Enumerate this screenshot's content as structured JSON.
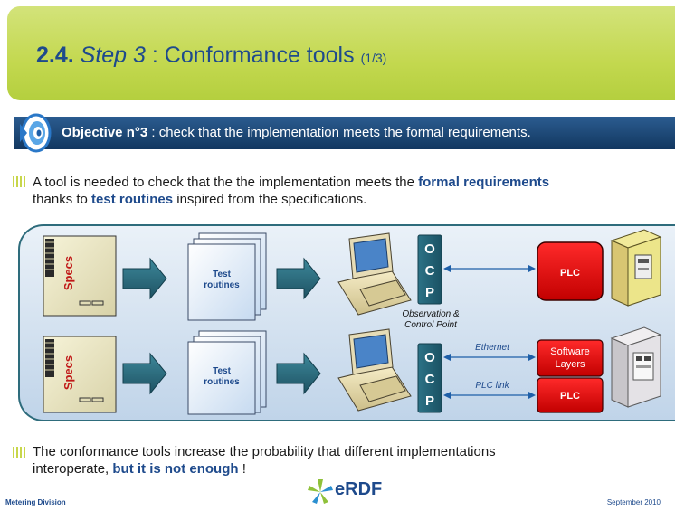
{
  "slide": {
    "title_num": "2.4.",
    "title_step": "Step 3",
    "title_rest": " : Conformance tools ",
    "title_part": "(1/3)"
  },
  "objective": {
    "bold": "Objective n°3",
    "rest": " : check that the implementation meets the formal requirements."
  },
  "para1": {
    "t1": "A tool is needed to check that the the implementation meets the ",
    "b1": "formal requirements",
    "t2": "thanks to ",
    "b2": "test routines",
    "t3": " inspired from the specifications."
  },
  "diagram": {
    "specs_label": "Specs",
    "test_line1": "Test",
    "test_line2": "routines",
    "ocp_letters": [
      "O",
      "C",
      "P"
    ],
    "ocp_caption_line1": "Observation &",
    "ocp_caption_line2": "Control Point",
    "plc_label": "PLC",
    "ethernet_label": "Ethernet",
    "plc_link_label": "PLC link",
    "software_line1": "Software",
    "software_line2": "Layers"
  },
  "para2": {
    "t1": "The conformance tools increase the probability that different implementations",
    "t2": "interoperate, ",
    "b1": "but it is not enough",
    "t3": " !"
  },
  "footer": {
    "left": "Metering Division",
    "right": "September 2010",
    "logo": "eRDF"
  },
  "colors": {
    "accent_green": "#c3d84f",
    "brand_blue": "#1e4a8c",
    "ocp_teal": "#2f6b7e",
    "plc_red": "#e01010"
  }
}
